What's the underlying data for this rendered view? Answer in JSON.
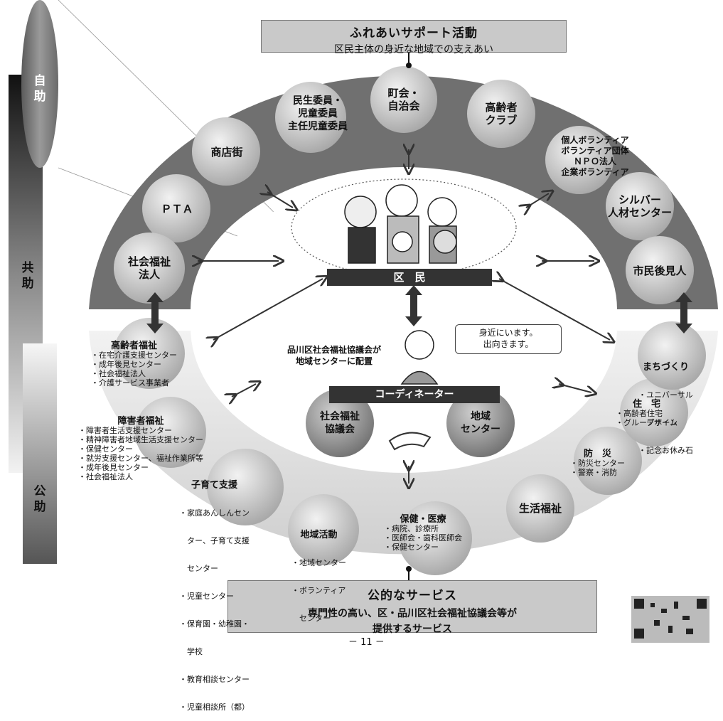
{
  "top_box": {
    "title": "ふれあいサポート活動",
    "subtitle": "区民主体の身近な地域での支えあい"
  },
  "bottom_box": {
    "title": "公的なサービス",
    "line1": "専門性の高い、区・品川区社会福祉協議会等が",
    "line2": "提供するサービス"
  },
  "side_labels": {
    "jijo": "自助",
    "kyojo": "共助",
    "kojo": "公助"
  },
  "outer_ring": {
    "chokai": "町会・\n自治会",
    "koreisha_club": "高齢者\nクラブ",
    "minsei": "民生委員・\n児童委員\n主任児童委員",
    "shotengai": "商店街",
    "pta": "ＰＴＡ",
    "shakai_hojin": "社会福祉\n法人",
    "volunteer": "個人ボランティア\nボランティア団体\nＮＰＯ法人\n企業ボランティア",
    "silver": "シルバー\n人材センター",
    "koken": "市民後見人"
  },
  "center": {
    "kumin": "区　民",
    "council_note": "品川区社会福祉協議会が\n地域センターに配置",
    "bubble": "身近にいます。\n出向きます。",
    "coordinator": "コーディネーター",
    "shakyo": "社会福祉\n協議会",
    "chiiki_center": "地域\nセンター"
  },
  "lower_ring": {
    "koreisha_fukushi": {
      "title": "高齢者福祉",
      "items": [
        "・在宅介護支援センター",
        "・成年後見センター",
        "・社会福祉法人",
        "・介護サービス事業者"
      ]
    },
    "shogaisha_fukushi": {
      "title": "障害者福祉",
      "items": [
        "・障害者生活支援センター",
        "・精神障害者地域生活支援センター",
        "・保健センター",
        "・就労支援センター、福祉作業所等",
        "・成年後見センター",
        "・社会福祉法人"
      ]
    },
    "kosodate": {
      "title": "子育て支援",
      "items": [
        "・家庭あんしんセン",
        "　ター、子育て支援",
        "　センター",
        "・児童センター",
        "・保育園・幼稚園・",
        "　学校",
        "・教育相談センター",
        "・児童相談所（都）"
      ]
    },
    "chiiki_katsudo": {
      "title": "地域活動",
      "items": [
        "・地域センター",
        "・ボランティア",
        "　センター"
      ]
    },
    "hoken_iryo": {
      "title": "保健・医療",
      "items": [
        "・病院、診療所",
        "・医師会・歯科医師会",
        "・保健センター"
      ]
    },
    "seikatsu_fukushi": {
      "title": "生活福祉"
    },
    "bosai": {
      "title": "防　災",
      "items": [
        "・防災センター",
        "・警察・消防"
      ]
    },
    "jutaku": {
      "title": "住　宅",
      "items": [
        "・高齢者住宅",
        "・グループホーム"
      ]
    },
    "machizukuri": {
      "title": "まちづくり",
      "items": [
        "・ユニバーサル",
        "　デザイン",
        "・記念お休み石"
      ]
    }
  },
  "page_number": "－ 11 －",
  "colors": {
    "ring_dark": "#6e6e6e",
    "ring_light": "#d8d8d8",
    "bar_dark": "#2e2e2e",
    "circle": "#c4c4c4"
  }
}
